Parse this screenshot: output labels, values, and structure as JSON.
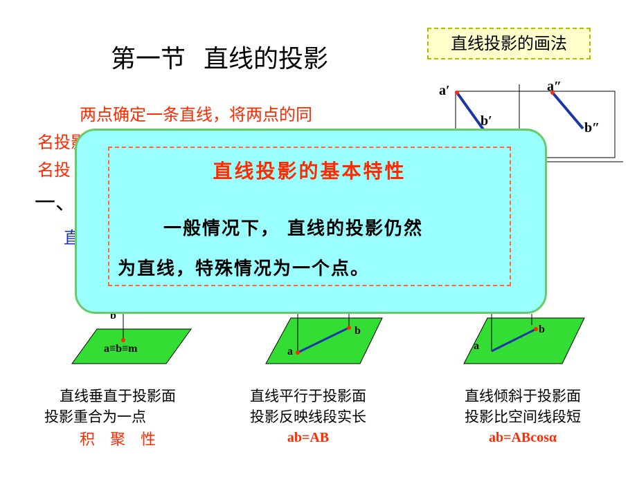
{
  "title": {
    "section": "第一节",
    "name": "直线的投影"
  },
  "method_label": "直线投影的画法",
  "intro": {
    "line1": "两点确定一条直线，将两点的同",
    "line2_fragment": "名投影",
    "line3_fragment": "名投"
  },
  "heading_fragment": "一、",
  "blue_fragment": "直",
  "popup": {
    "title": "直线投影的基本特性",
    "line1": "一般情况下， 直线的投影仍然",
    "line2": "为直线，特殊情况为一个点。"
  },
  "diagram_labels": {
    "a_prime": "a′",
    "a_double_prime": "a″",
    "b_prime": "b′",
    "b_double_prime": "b″",
    "left_b": "b",
    "left_coincide": "a≡b≡m",
    "mid_a": "a",
    "mid_b": "b",
    "right_a": "a",
    "right_b": "b"
  },
  "captions": [
    {
      "line1": "直线垂直于投影面",
      "line2": "投影重合为一点",
      "line3": "积　聚　性"
    },
    {
      "line1": "直线平行于投影面",
      "line2": "投影反映线段实长",
      "line3": "ab=AB"
    },
    {
      "line1": "直线倾斜于投影面",
      "line2": "投影比空间线段短",
      "line3": "ab=ABcosα"
    }
  ],
  "colors": {
    "accent_red": "#ff2a00",
    "plane_green": "#33dd33",
    "popup_bg": "#99ffff",
    "line_blue": "#1a35a8"
  }
}
